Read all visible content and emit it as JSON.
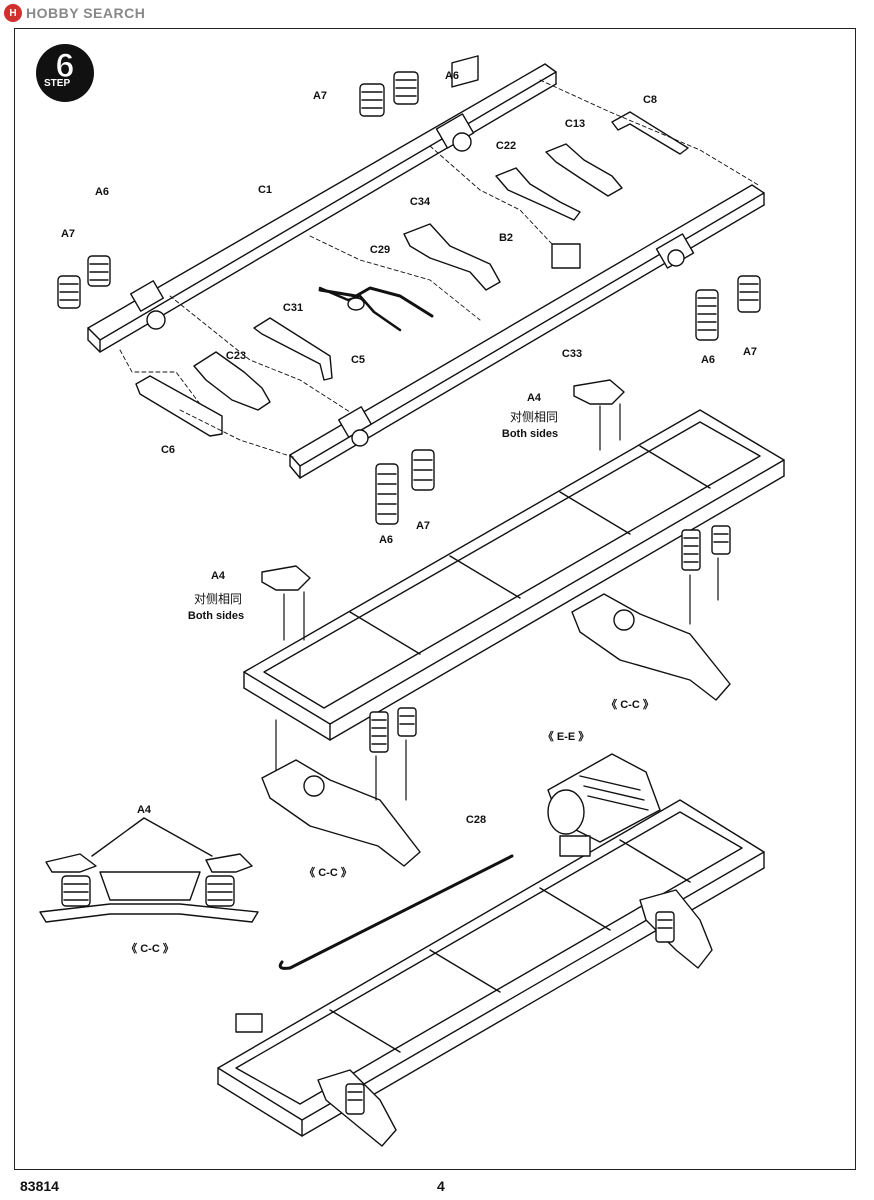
{
  "watermark": {
    "logo": "H",
    "text": "HOBBY SEARCH"
  },
  "step": {
    "number": "6",
    "word": "STEP"
  },
  "labels": {
    "A7_a": "A7",
    "A6_a": "A6",
    "C8": "C8",
    "C13": "C13",
    "C22": "C22",
    "A6_b": "A6",
    "C1": "C1",
    "C34": "C34",
    "A7_b": "A7",
    "C29": "C29",
    "B2": "B2",
    "C31": "C31",
    "C5": "C5",
    "C33": "C33",
    "A6_c": "A6",
    "A7_c": "A7",
    "C23": "C23",
    "C6": "C6",
    "A6_d": "A6",
    "A7_d": "A7",
    "A4_a": "A4",
    "A4_b": "A4",
    "A4_c": "A4",
    "C28": "C28"
  },
  "notes": {
    "both_sides_cn_a": "对侧相同",
    "both_sides_en_a": "Both sides",
    "both_sides_cn_b": "对侧相同",
    "both_sides_en_b": "Both sides",
    "cc_a": "《 C-C 》",
    "cc_b": "《 C-C 》",
    "cc_c": "《 C-C 》",
    "ee": "《 E-E 》"
  },
  "footer": {
    "code": "83814",
    "page": "4"
  }
}
